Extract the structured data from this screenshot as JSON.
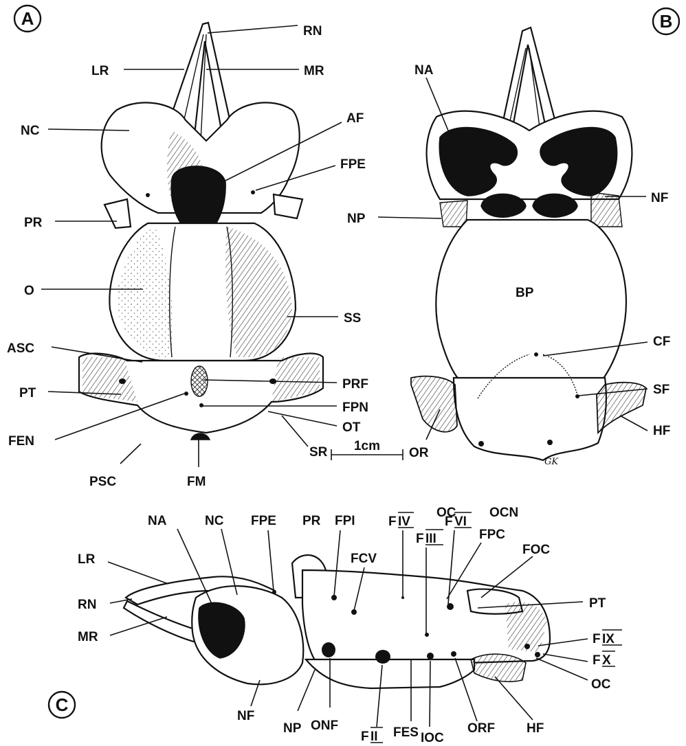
{
  "panels": [
    {
      "id": "A",
      "letter": "A"
    },
    {
      "id": "B",
      "letter": "B"
    },
    {
      "id": "C",
      "letter": "C"
    }
  ],
  "labels": {
    "A": [
      "RN",
      "LR",
      "MR",
      "NC",
      "AF",
      "FPE",
      "PR",
      "O",
      "SS",
      "ASC",
      "PT",
      "PRF",
      "FPN",
      "FEN",
      "OT",
      "SR",
      "PSC",
      "FM"
    ],
    "B": [
      "NA",
      "NF",
      "NP",
      "BP",
      "CF",
      "SF",
      "HF",
      "OR"
    ],
    "free": [
      "OC",
      "OCN"
    ],
    "C": [
      "LR",
      "RN",
      "MR",
      "NA",
      "NC",
      "FPE",
      "PR",
      "FPI",
      "FCV",
      "F",
      "F",
      "F",
      "FPC",
      "FOC",
      "PT",
      "F",
      "F",
      "OC",
      "NF",
      "NP",
      "ONF",
      "F",
      "FES",
      "IOC",
      "ORF",
      "HF"
    ],
    "C_numerals": [
      "IV",
      "III",
      "VI",
      "IX",
      "X",
      "II"
    ]
  },
  "scale_bar": {
    "label": "1cm"
  },
  "signature": "GK"
}
